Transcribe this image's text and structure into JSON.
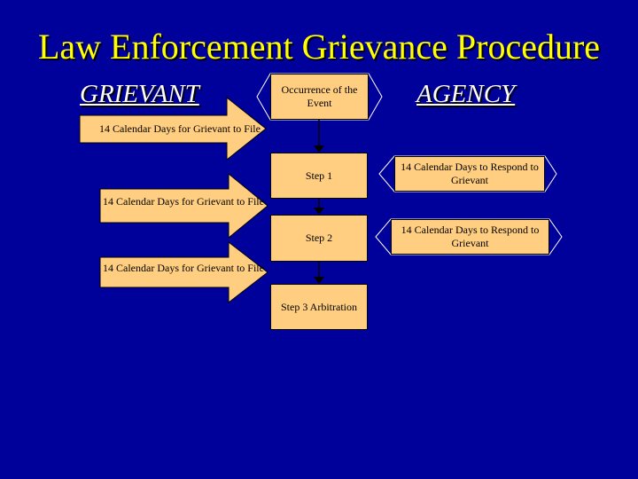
{
  "title": "Law Enforcement Grievance Procedure",
  "grievant_label": "GRIEVANT",
  "agency_label": "AGENCY",
  "event_box": "Occurrence of the Event",
  "steps": [
    {
      "label": "Step 1"
    },
    {
      "label": "Step 2"
    },
    {
      "label": "Step 3 Arbitration"
    }
  ],
  "grievant_arrows": [
    {
      "text": "14 Calendar Days for Grievant to File"
    },
    {
      "text": "14 Calendar Days for Grievant to File"
    },
    {
      "text": "14 Calendar Days for Grievant to File"
    }
  ],
  "agency_responses": [
    {
      "text": "14 Calendar Days to Respond to Grievant"
    },
    {
      "text": "14 Calendar Days to Respond to Grievant"
    }
  ],
  "colors": {
    "background": "#00009a",
    "title": "#ffff00",
    "box_fill": "#ffce80",
    "outline": "#000000",
    "side_labels": "#ffffff"
  }
}
